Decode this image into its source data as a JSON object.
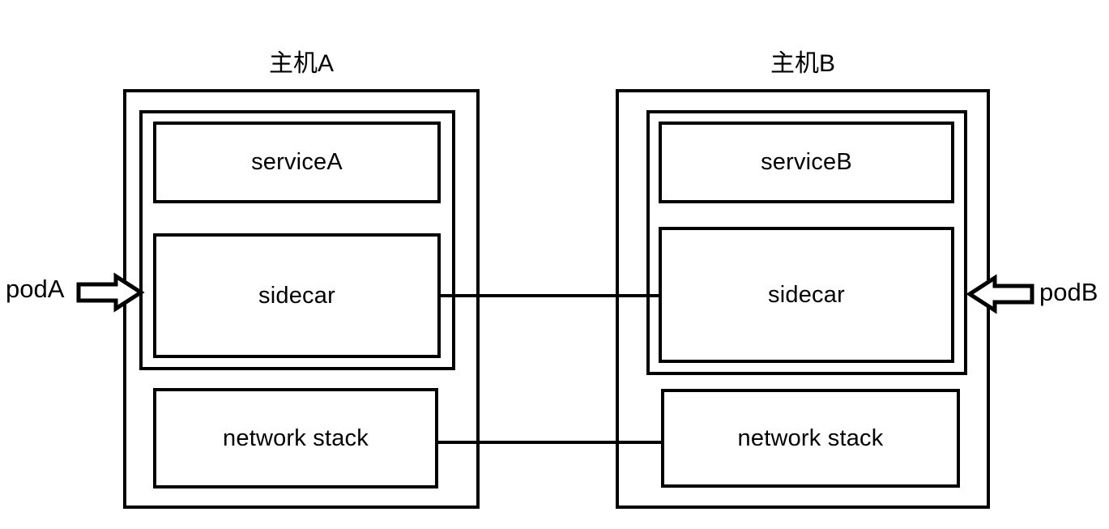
{
  "diagram": {
    "title_left": "主机A",
    "title_right": "主机B",
    "left_host": {
      "label": "主机A",
      "pod": {
        "service": "serviceA",
        "sidecar": "sidecar"
      },
      "network_stack": "network stack"
    },
    "right_host": {
      "label": "主机B",
      "pod": {
        "service": "serviceB",
        "sidecar": "sidecar"
      },
      "network_stack": "network stack"
    },
    "inbound_label": "podA",
    "outbound_label": "podB",
    "colors": {
      "stroke": "#000000",
      "fill": "#ffffff",
      "text": "#000000"
    },
    "connections": [
      {
        "name": "sidecar-to-sidecar",
        "from": "left-sidecar",
        "to": "right-sidecar"
      },
      {
        "name": "network-stack-to-network-stack",
        "from": "left-network-stack",
        "to": "right-network-stack"
      }
    ],
    "arrows": [
      {
        "name": "podA-inbound-arrow",
        "direction": "right",
        "label": "podA"
      },
      {
        "name": "podB-inbound-arrow",
        "direction": "left",
        "label": "podB"
      }
    ]
  }
}
